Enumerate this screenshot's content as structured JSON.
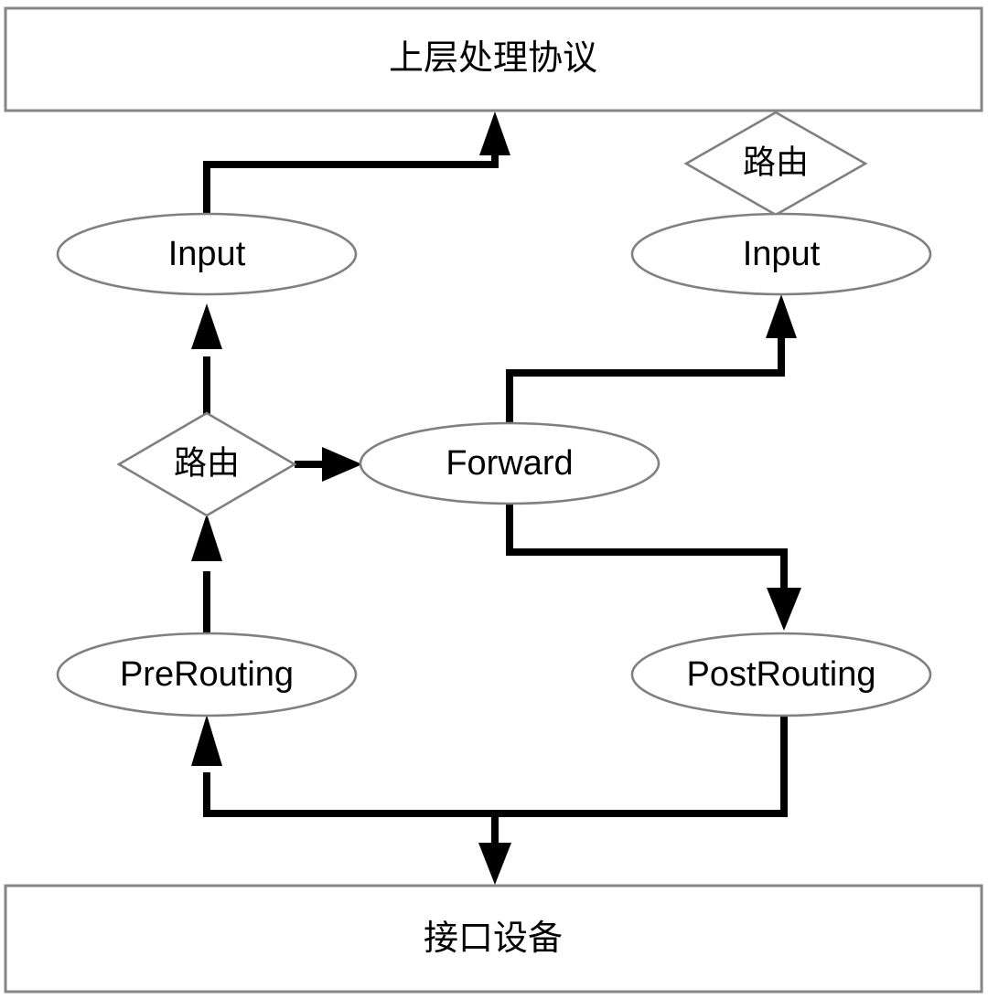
{
  "diagram": {
    "title": "Netfilter packet flow (Chinese labels)",
    "background_color": "#ffffff",
    "shape_stroke_color": "#808080",
    "box_stroke_color": "#868686",
    "connector_color": "#000000",
    "text_color": "#000000",
    "nodes": {
      "upper_protocol_box": {
        "label": "上层处理协议",
        "shape": "rectangle"
      },
      "interface_device_box": {
        "label": "接口设备",
        "shape": "rectangle"
      },
      "input_left": {
        "label": "Input",
        "shape": "ellipse"
      },
      "input_right": {
        "label": "Input",
        "shape": "ellipse"
      },
      "route_top": {
        "label": "路由",
        "shape": "diamond"
      },
      "route_mid": {
        "label": "路由",
        "shape": "diamond"
      },
      "forward": {
        "label": "Forward",
        "shape": "ellipse"
      },
      "prerouting": {
        "label": "PreRouting",
        "shape": "ellipse"
      },
      "postrouting": {
        "label": "PostRouting",
        "shape": "ellipse"
      }
    },
    "edges": [
      {
        "from": "input_left",
        "to": "upper_protocol_box",
        "arrow": "up"
      },
      {
        "from": "route_mid",
        "to": "input_left",
        "arrow": "up"
      },
      {
        "from": "prerouting",
        "to": "route_mid",
        "arrow": "up"
      },
      {
        "from": "route_mid",
        "to": "forward",
        "arrow": "right"
      },
      {
        "from": "forward",
        "to": "input_right",
        "arrow": "up"
      },
      {
        "from": "route_top",
        "to": "input_right",
        "arrow": "none"
      },
      {
        "from": "forward",
        "to": "postrouting",
        "arrow": "down"
      },
      {
        "from": "interface_device_box",
        "to": "prerouting",
        "arrow": "up"
      },
      {
        "from": "postrouting",
        "to": "interface_device_box",
        "arrow": "down"
      }
    ]
  }
}
